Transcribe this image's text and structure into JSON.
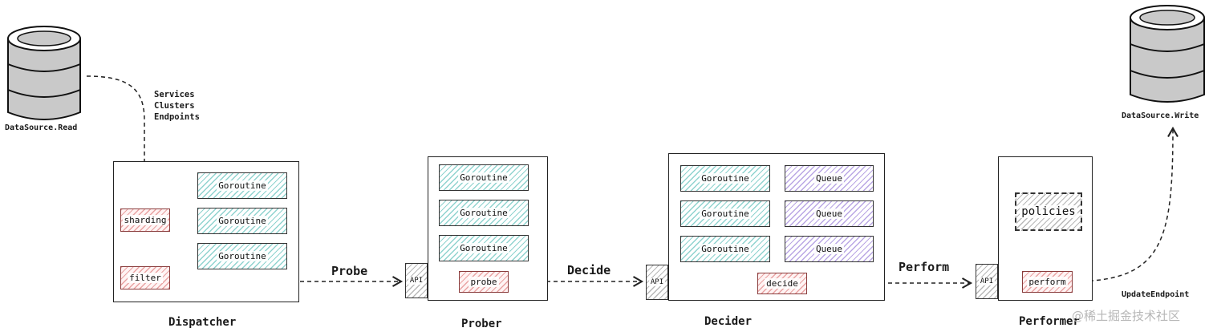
{
  "sources": {
    "read_label": "DataSource.Read",
    "write_label": "DataSource.Write",
    "read_items": [
      "Services",
      "Clusters",
      "Endpoints"
    ],
    "write_edge_label": "UpdateEndpoint"
  },
  "dispatcher": {
    "title": "Dispatcher",
    "goroutines": [
      "Goroutine",
      "Goroutine",
      "Goroutine"
    ],
    "sharding": "sharding",
    "filter": "filter"
  },
  "prober": {
    "title": "Prober",
    "api": "API",
    "goroutines": [
      "Goroutine",
      "Goroutine",
      "Goroutine"
    ],
    "probe": "probe"
  },
  "decider": {
    "title": "Decider",
    "api": "API",
    "goroutines": [
      "Goroutine",
      "Goroutine",
      "Goroutine"
    ],
    "queues": [
      "Queue",
      "Queue",
      "Queue"
    ],
    "decide": "decide"
  },
  "performer": {
    "title": "Performer",
    "api": "API",
    "policies": "policies",
    "perform": "perform"
  },
  "edges": {
    "probe": "Probe",
    "decide": "Decide",
    "perform": "Perform"
  },
  "watermark": "@稀土掘金技术社区",
  "colors": {
    "teal": "#8fd3cf",
    "red": "#e9a3a3",
    "purple": "#b9a6e4",
    "gray": "#b8b8b8",
    "ink": "#222222"
  }
}
